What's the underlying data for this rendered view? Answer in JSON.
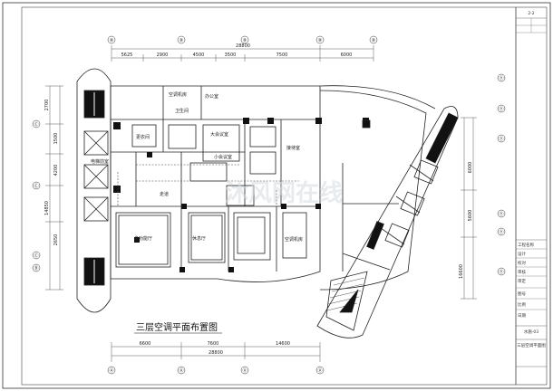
{
  "drawing": {
    "title": "三层空调平面布置图",
    "watermark": "沐风网在线"
  },
  "dimensions": {
    "top_total": "28800",
    "top_segments": [
      "5625",
      "2900",
      "4500",
      "3500",
      "7500",
      "6000"
    ],
    "bottom_total": "28800",
    "bottom_segments": [
      "6600",
      "7600",
      "14600"
    ],
    "left_total": "14850",
    "left_segments": [
      "2700",
      "1500",
      "4200",
      "2650"
    ],
    "right_total": "16600",
    "right_segments": [
      "6000",
      "5600"
    ]
  },
  "grid_axes": {
    "top": [
      "⑨",
      "⑨",
      "⑨",
      "⑨",
      "⑨",
      "⑨"
    ],
    "bottom": [
      "Ⓐ",
      "Ⓐ",
      "Ⓐ",
      "Ⓐ"
    ],
    "left": [
      "Ⓒ",
      "Ⓒ",
      "Ⓒ",
      "Ⓑ"
    ],
    "right": [
      "Ⓨ",
      "Ⓨ",
      "Ⓨ",
      "Ⓨ",
      "Ⓨ",
      "Ⓨ"
    ]
  },
  "rooms": [
    {
      "id": "r1",
      "label": "电梯前室"
    },
    {
      "id": "r2",
      "label": "空调机房"
    },
    {
      "id": "r3",
      "label": "卫生间"
    },
    {
      "id": "r4",
      "label": "更衣间"
    },
    {
      "id": "r5",
      "label": "办公室"
    },
    {
      "id": "r6",
      "label": "大会议室"
    },
    {
      "id": "r7",
      "label": "小会议室"
    },
    {
      "id": "r8",
      "label": "接待室"
    },
    {
      "id": "r9",
      "label": "多功能厅"
    },
    {
      "id": "r10",
      "label": "休息厅"
    },
    {
      "id": "r11",
      "label": "走道"
    },
    {
      "id": "r12",
      "label": "空调机房"
    }
  ],
  "title_block": {
    "header": "2-2",
    "rows": [
      "工程名称",
      "设计",
      "校对",
      "审核",
      "审定",
      "图号",
      "比例",
      "日期"
    ],
    "drawing_no": "水施-03",
    "sheet_title": "三层空调平面图"
  }
}
